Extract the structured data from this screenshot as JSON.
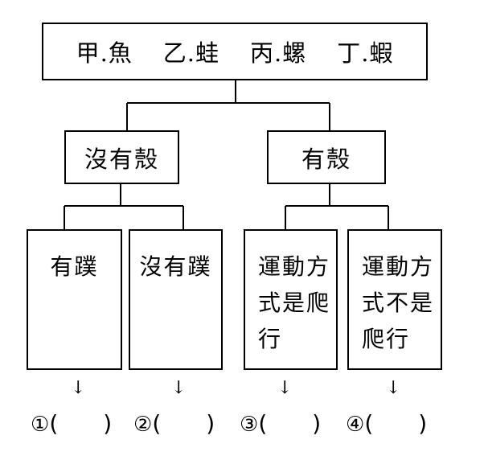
{
  "root": {
    "items": [
      "甲.魚",
      "乙.蛙",
      "丙.螺",
      "丁.蝦"
    ]
  },
  "branches": {
    "no_shell": "沒有殼",
    "shell": "有殼"
  },
  "leaves": {
    "webbed": "有蹼",
    "no_web": "沒有蹼",
    "crawl_line1": "運動方",
    "crawl_line2": "式是爬",
    "crawl_line3": "行",
    "nocrawl_line1": "運動方",
    "nocrawl_line2": "式不是",
    "nocrawl_line3": "爬行"
  },
  "arrow_glyph": "↓",
  "answers": [
    {
      "num": "①",
      "open": "(",
      "close": ")"
    },
    {
      "num": "②",
      "open": "(",
      "close": ")"
    },
    {
      "num": "③",
      "open": "(",
      "close": ")"
    },
    {
      "num": "④",
      "open": "(",
      "close": ")"
    }
  ]
}
